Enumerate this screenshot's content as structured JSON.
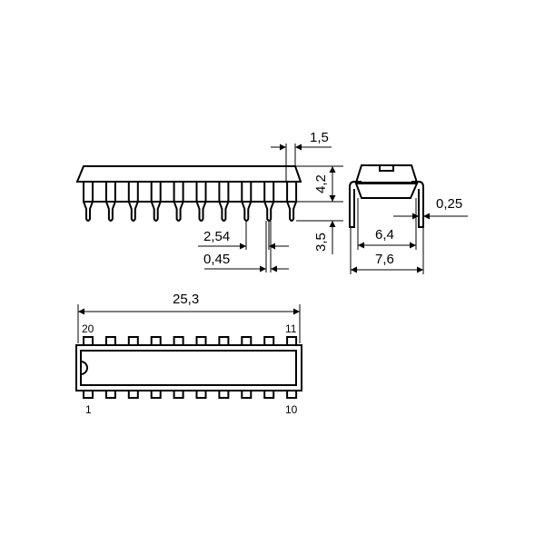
{
  "package": {
    "pin_count": 20,
    "pin_labels": {
      "top_left": "20",
      "top_right": "11",
      "bottom_left": "1",
      "bottom_right": "10"
    }
  },
  "dimensions": {
    "lead_offset": "1,5",
    "body_height": "4,2",
    "lead_length": "3,5",
    "pitch": "2,54",
    "lead_width": "0,45",
    "body_length": "25,3",
    "body_width": "6,4",
    "row_spacing": "7,6",
    "lead_thickness": "0,25"
  },
  "colors": {
    "line": "#000000",
    "background": "#ffffff"
  }
}
